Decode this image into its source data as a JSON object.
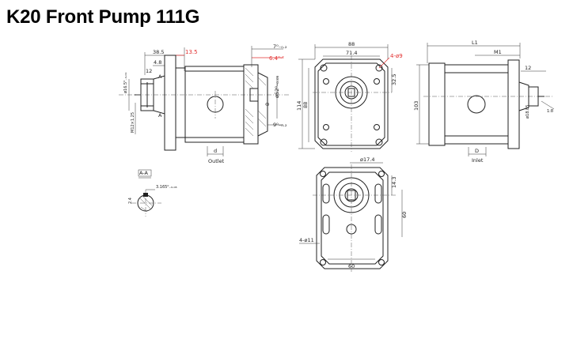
{
  "title": "K20 Front Pump 111G",
  "side_view": {
    "dims": {
      "d38_5": "38.5",
      "d13_5": "13.5",
      "d4_8": "4.8",
      "d12": "12",
      "d70": "7⁰₋₀.₂",
      "d6_4": "6.4⁰·²",
      "d52": "ø52⁰₋₀.₀₃",
      "d8": "8",
      "d9": "9⁰₋₀.₂",
      "thread": "M12×1.25",
      "shaft": "ø16.5⁰₋₀.₀₁",
      "outlet_d": "d",
      "outlet_label": "Outlet",
      "section_a_top": "A",
      "section_a_bottom": "A"
    }
  },
  "front_view": {
    "dims": {
      "d88": "88",
      "d71_4": "71.4",
      "holes": "4-ø9",
      "d32_5": "32.5",
      "d114": "114",
      "d88v": "88"
    }
  },
  "right_view": {
    "dims": {
      "d11": "L1",
      "m1": "M1",
      "d12": "12",
      "d103": "103",
      "d18_85": "ø18.85",
      "d1_8": "1:8",
      "inlet_d": "D",
      "inlet_label": "Inlet"
    }
  },
  "section_aa": {
    "label": "A-A",
    "key": "3.165⁰₋₀.₀₈",
    "d24": "2.4"
  },
  "bottom_view": {
    "dims": {
      "phi": "ø17.4",
      "d14_3": "14.3",
      "d60v": "60",
      "holes": "4-ø11",
      "d60h": "60"
    }
  }
}
